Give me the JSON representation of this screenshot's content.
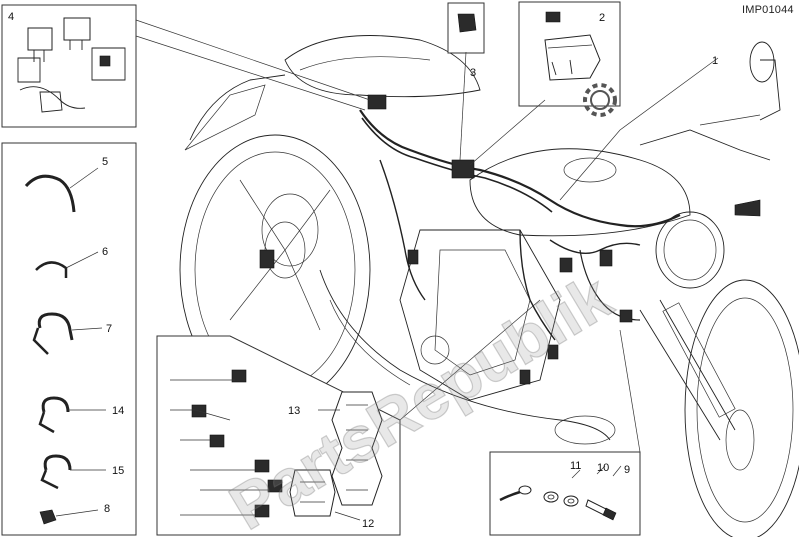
{
  "diagram": {
    "code": "IMP01044",
    "watermark": "PartsRepublik",
    "callouts": [
      "1",
      "2",
      "3",
      "4",
      "5",
      "6",
      "7",
      "8",
      "9",
      "10",
      "11",
      "12",
      "13",
      "14",
      "15"
    ]
  }
}
